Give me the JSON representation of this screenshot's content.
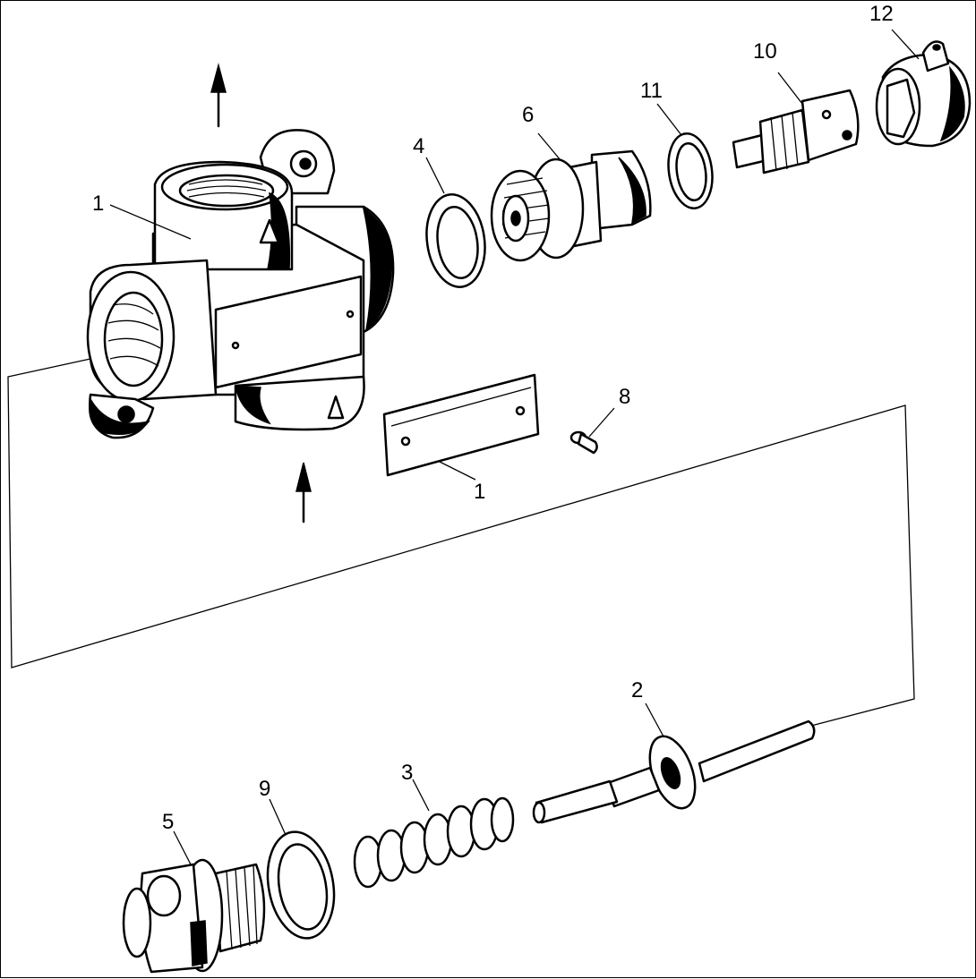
{
  "callouts": {
    "body": "1",
    "plate": "1",
    "valve_stem": "2",
    "spring": "3",
    "ring_4": "4",
    "plug_5": "5",
    "connector_6": "6",
    "screw_8": "8",
    "ring_9": "9",
    "adapter_10": "10",
    "ring_11": "11",
    "cap_12": "12"
  },
  "colors": {
    "ink": "#000000",
    "paper": "#ffffff"
  },
  "icons": {
    "flow_arrow_up": "arrow-up-icon",
    "flow_arrow_in": "arrow-up-icon"
  }
}
